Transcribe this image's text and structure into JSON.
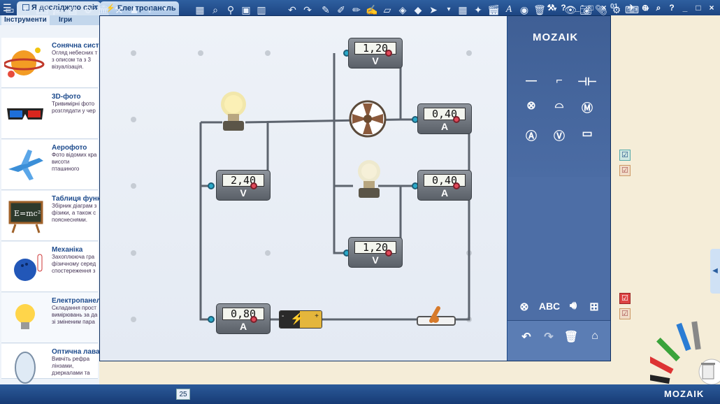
{
  "window": {
    "tab1": "Я досліджую світ",
    "tab2": "Електропанель"
  },
  "subtabs": [
    "Інструменти",
    "Ігри"
  ],
  "items": [
    {
      "title": "Сонячна систе",
      "desc": "Огляд небесних т\nз описом та з 3\nвізуалізація."
    },
    {
      "title": "3D-фото",
      "desc": "Тривимірні фото\nрозглядати у чер"
    },
    {
      "title": "Аерофото",
      "desc": "Фото відомих кра\nвисоти пташиного"
    },
    {
      "title": "Таблиця функ",
      "desc": "Збірник діаграм з\nфізики, а також с\nпояснеснями."
    },
    {
      "title": "Механіка",
      "desc": "Захоплююча гра\nфізичному серед\nспостереження з"
    },
    {
      "title": "Електропанель",
      "desc": "Складання прост\nвимірювань за да\nзі зміненим пара"
    },
    {
      "title": "Оптична лава",
      "desc": "Вивчіть рефра\nлінзами, дзеркалами та променями!"
    }
  ],
  "meters": {
    "v_top": {
      "value": "1,20",
      "unit": "V"
    },
    "a_top": {
      "value": "0,40",
      "unit": "A"
    },
    "v_left": {
      "value": "2,40",
      "unit": "V"
    },
    "a_mid": {
      "value": "0,40",
      "unit": "A"
    },
    "v_bottom": {
      "value": "1,20",
      "unit": "V"
    },
    "a_bottom": {
      "value": "0,80",
      "unit": "A"
    }
  },
  "battery": {
    "minus": "-",
    "plus": "+"
  },
  "sidepanel": {
    "logo": "MOZAIK",
    "abc": "ABC"
  },
  "taskbar": {
    "page": "25",
    "logo": "MOZAIK"
  },
  "page_number_fragment": "01"
}
